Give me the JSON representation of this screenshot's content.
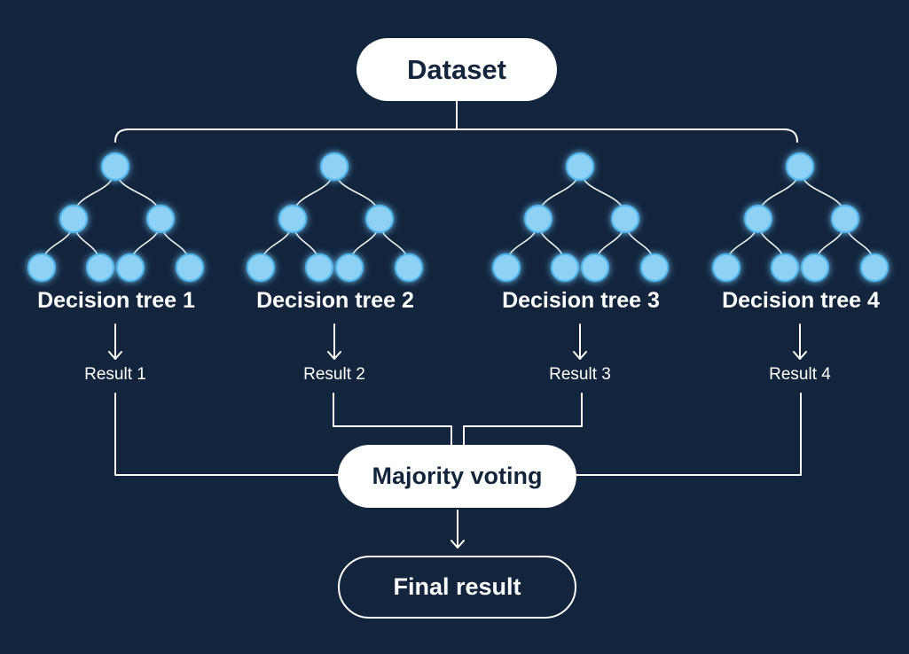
{
  "dataset": "Dataset",
  "trees": [
    {
      "label": "Decision tree 1",
      "result": "Result 1"
    },
    {
      "label": "Decision tree 2",
      "result": "Result 2"
    },
    {
      "label": "Decision tree 3",
      "result": "Result 3"
    },
    {
      "label": "Decision tree 4",
      "result": "Result 4"
    }
  ],
  "aggregation": "Majority voting",
  "final": "Final result",
  "colors": {
    "background": "#13253d",
    "node": "#8fd1f5",
    "node_glow": "#4fb8f0",
    "line": "#ffffff",
    "box_fill": "#ffffff",
    "box_text": "#13253d"
  }
}
